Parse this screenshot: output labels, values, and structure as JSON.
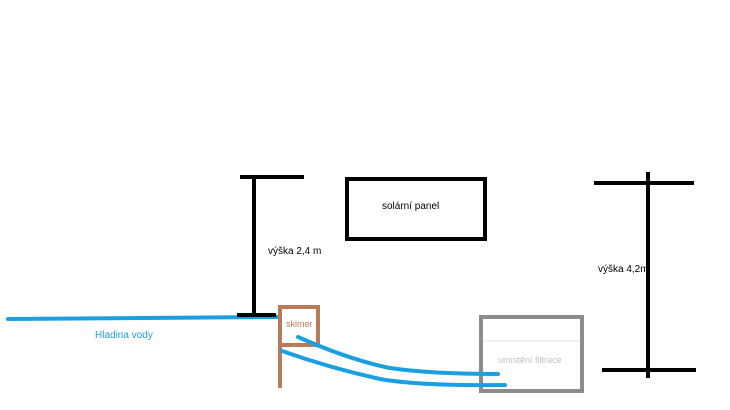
{
  "labels": {
    "solar_panel": "solární panel",
    "height_left": "výška 2,4 m",
    "height_right": "výška 4,2m",
    "water_level": "Hladina vody",
    "skimmer": "skimer",
    "filtration": "umístění filtrace"
  },
  "colors": {
    "line": "#000000",
    "water": "#1aa0e0",
    "skimmer": "#b97a57",
    "filtration": "#8c8c8c",
    "filtration_text": "#c0c0c0"
  }
}
